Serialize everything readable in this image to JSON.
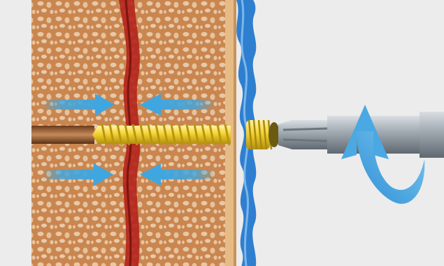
{
  "scene": {
    "layers": [
      "cancellous-bone-fragment-upper",
      "cancellous-bone-fragment-lower",
      "fracture-line",
      "cortical-bone",
      "periosteum",
      "compression-screw",
      "screwdriver",
      "compression-arrow-left-upper",
      "compression-arrow-right-upper",
      "compression-arrow-left-lower",
      "compression-arrow-right-lower",
      "rotation-arrow"
    ]
  },
  "colors": {
    "background": "#ececec",
    "bone": "#d9a26f",
    "bone_pore": "#f2dcc1",
    "bone_dark": "#9d5a2b",
    "fracture": "#b4241c",
    "cortex": "#e6bb86",
    "periosteum": "#2f7fd0",
    "screw": "#f2d230",
    "screw_shadow": "#c7a315",
    "screwdriver": "#9aa3ad",
    "arrow": "#3fa6e0"
  }
}
